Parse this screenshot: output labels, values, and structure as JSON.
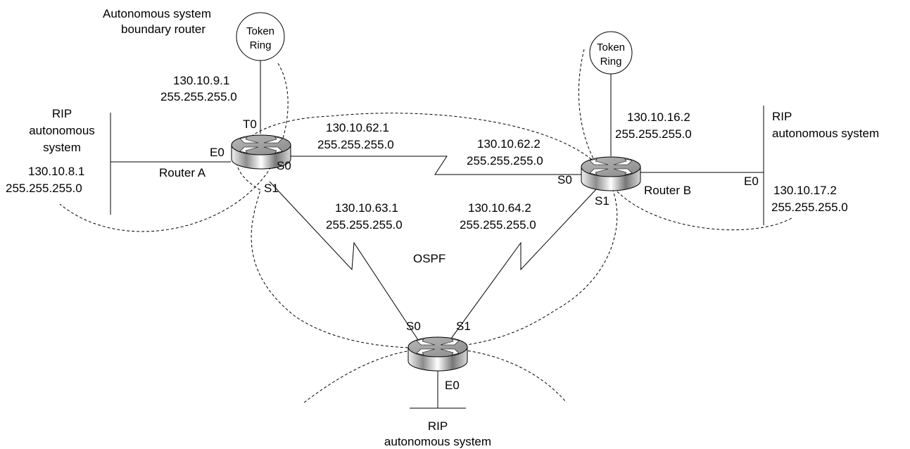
{
  "asbr_label": [
    "Autonomous system",
    "boundary router"
  ],
  "token_ring_left": [
    "Token",
    "Ring"
  ],
  "token_ring_right": [
    "Token",
    "Ring"
  ],
  "rip_left": [
    "RIP",
    "autonomous",
    "system"
  ],
  "rip_right": [
    "RIP",
    "autonomous system"
  ],
  "rip_bottom": [
    "RIP",
    "autonomous system"
  ],
  "ospf_label": "OSPF",
  "router_a": {
    "name": "Router A",
    "t0": "T0",
    "e0": "E0",
    "s0": "S0",
    "s1": "S1",
    "t0_addr": [
      "130.10.9.1",
      "255.255.255.0"
    ],
    "e0_addr": [
      "130.10.8.1",
      "255.255.255.0"
    ],
    "s0_addr": [
      "130.10.62.1",
      "255.255.255.0"
    ],
    "s1_addr": [
      "130.10.63.1",
      "255.255.255.0"
    ]
  },
  "router_b": {
    "name": "Router B",
    "s0": "S0",
    "s1": "S1",
    "e0": "E0",
    "tr_addr": [
      "130.10.16.2",
      "255.255.255.0"
    ],
    "s0_addr": [
      "130.10.62.2",
      "255.255.255.0"
    ],
    "s1_addr": [
      "130.10.64.2",
      "255.255.255.0"
    ],
    "e0_addr": [
      "130.10.17.2",
      "255.255.255.0"
    ]
  },
  "router_c": {
    "s0": "S0",
    "s1": "S1",
    "e0": "E0"
  }
}
